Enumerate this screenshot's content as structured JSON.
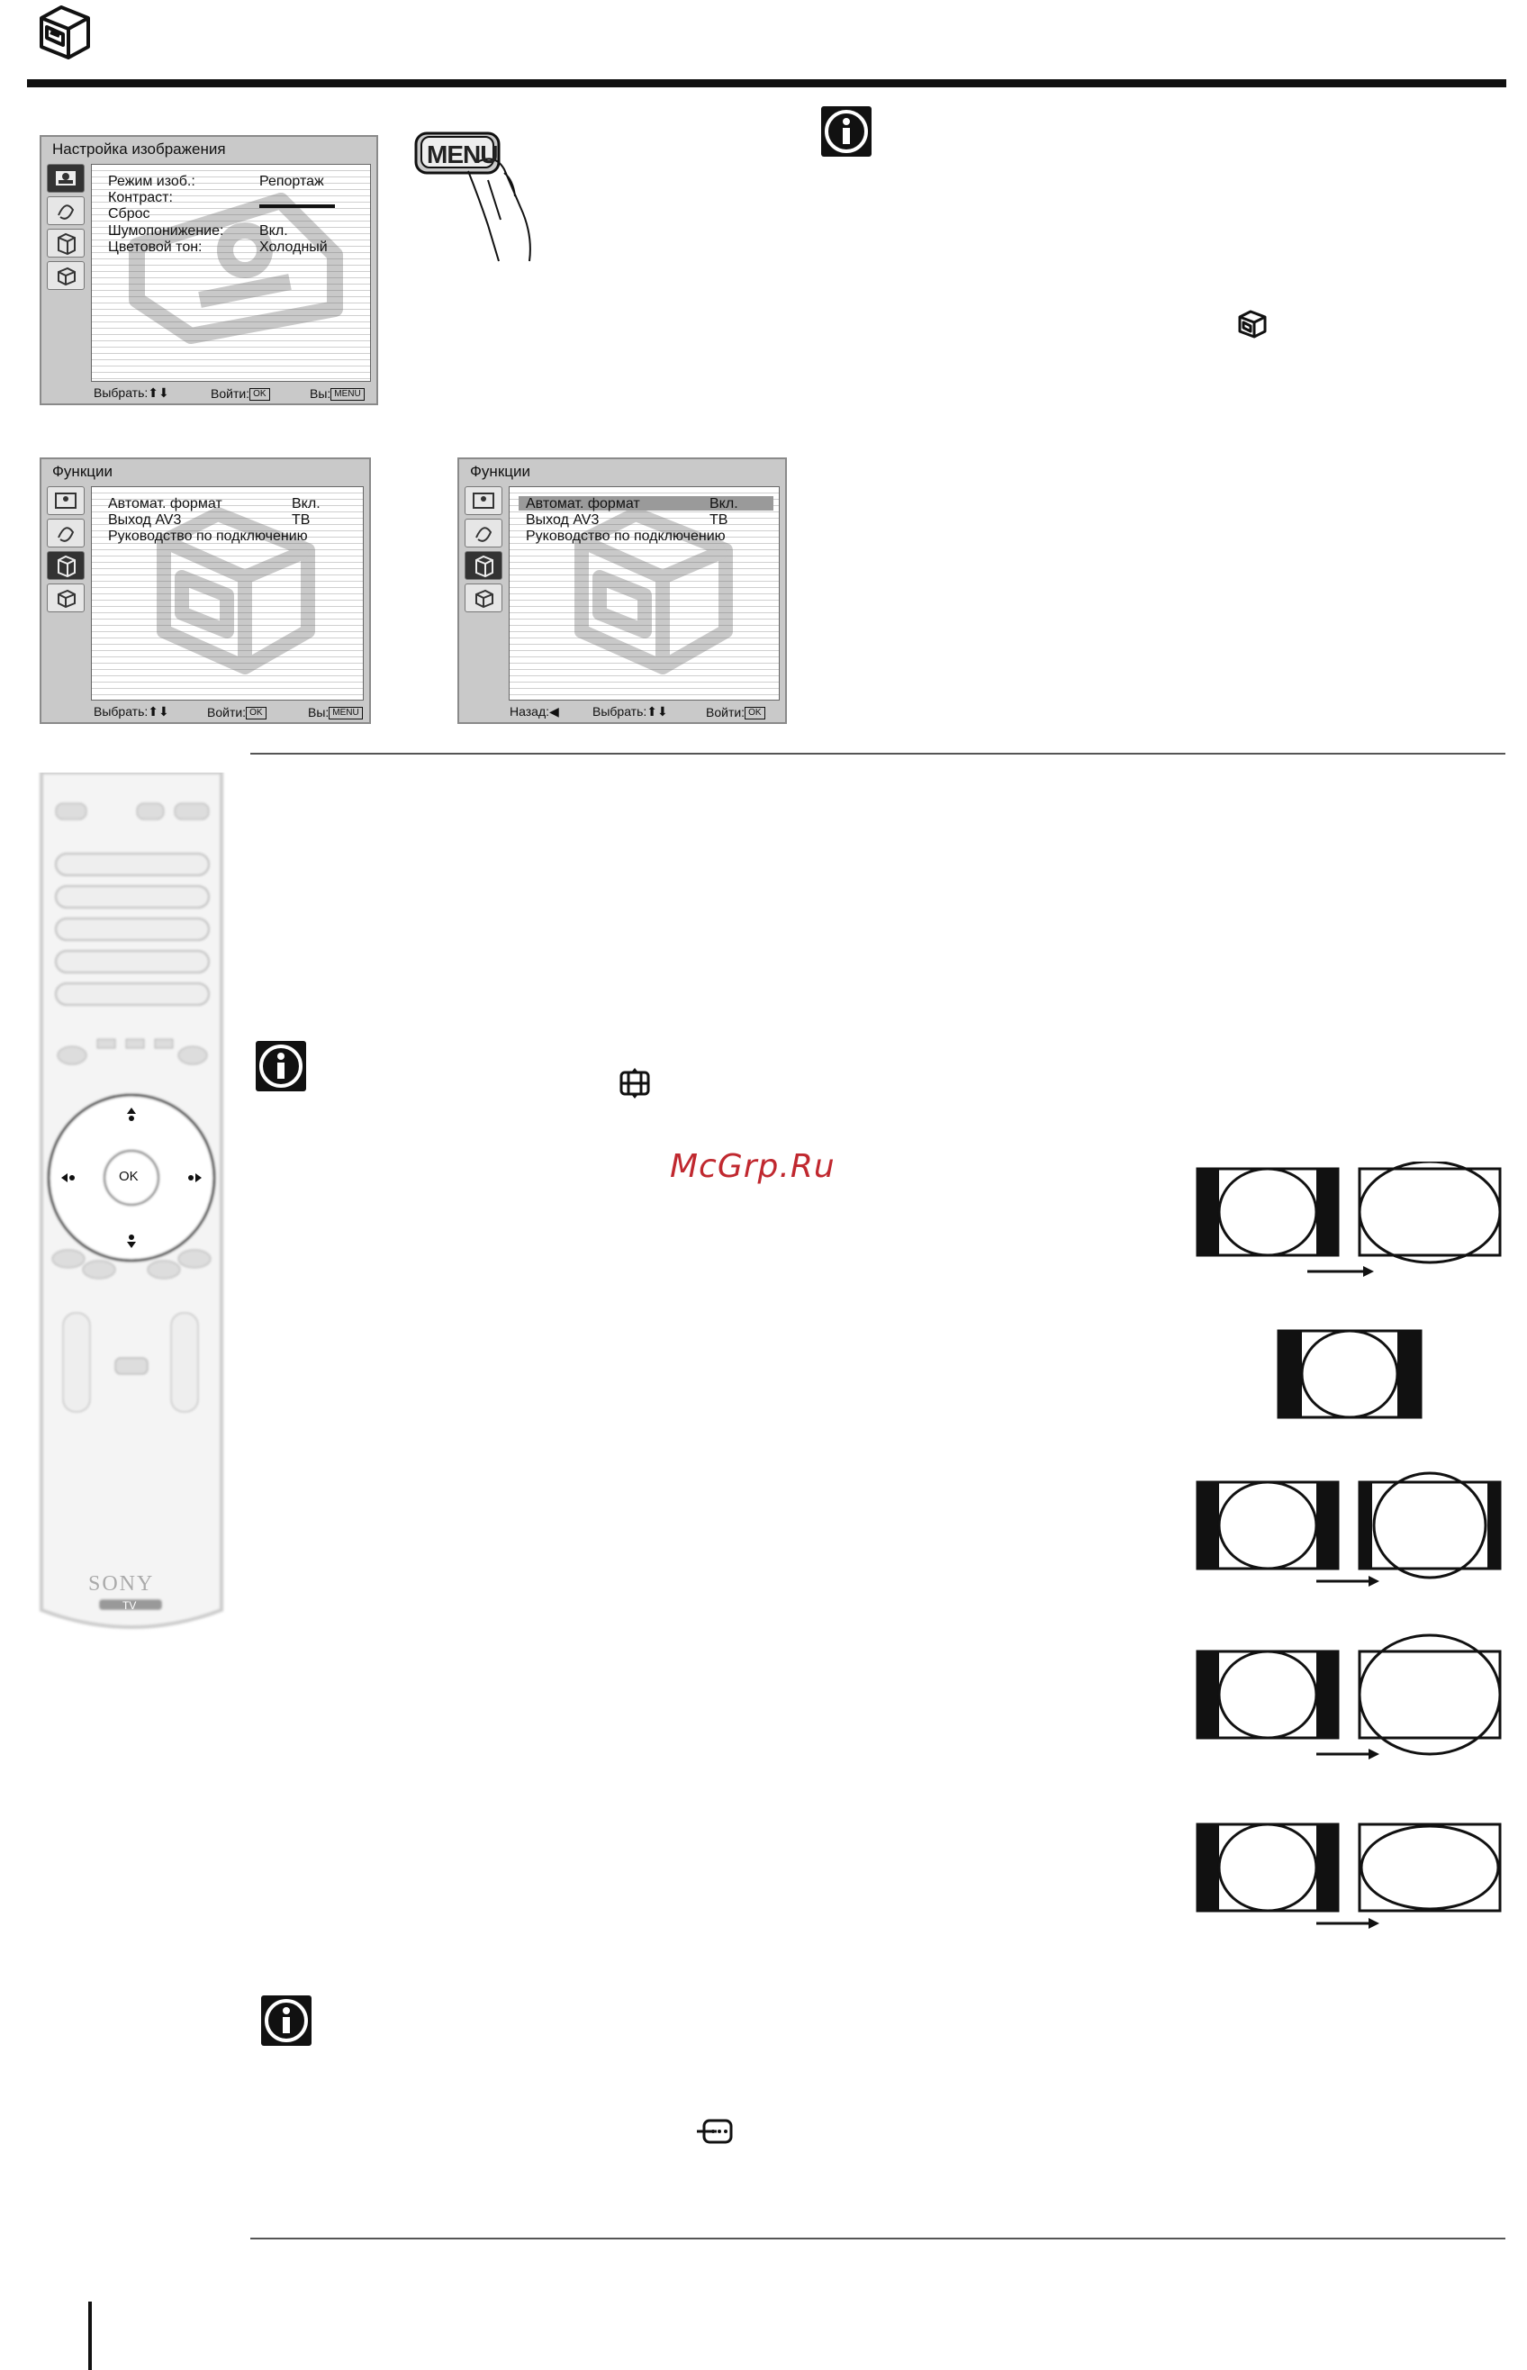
{
  "screen1": {
    "title": "Настройка изображения",
    "rows": [
      {
        "label": "Режим изоб.:",
        "value": "Репортаж"
      },
      {
        "label": "Контраст:",
        "value": ""
      },
      {
        "label": "Сброс",
        "value": ""
      },
      {
        "label": "Шумопонижение:",
        "value": "Вкл."
      },
      {
        "label": "Цветовой тон:",
        "value": "Холодный"
      }
    ],
    "footer": {
      "select": "Выбрать:",
      "enter": "Войти:",
      "enter_key": "OK",
      "exit": "Вы:",
      "exit_key": "MENU"
    }
  },
  "screen2": {
    "title": "Функции",
    "rows": [
      {
        "label": "Автомат. формат",
        "value": "Вкл."
      },
      {
        "label": "Выход AV3",
        "value": "ТВ"
      },
      {
        "label": "Руководство по подключению",
        "value": ""
      }
    ],
    "footer": {
      "select": "Выбрать:",
      "enter": "Войти:",
      "enter_key": "OK",
      "exit": "Вы:",
      "exit_key": "MENU"
    }
  },
  "screen3": {
    "title": "Функции",
    "rows": [
      {
        "label": "Автомат. формат",
        "value": "Вкл."
      },
      {
        "label": "Выход AV3",
        "value": "ТВ"
      },
      {
        "label": "Руководство по подключению",
        "value": ""
      }
    ],
    "footer": {
      "back": "Назад:",
      "select": "Выбрать:",
      "enter": "Войти:",
      "enter_key": "OK"
    }
  },
  "menu_button": {
    "label": "MENU"
  },
  "remote": {
    "ok_label": "OK",
    "brand": "SONY",
    "tv_label": "TV"
  },
  "watermark": "McGrp.Ru"
}
